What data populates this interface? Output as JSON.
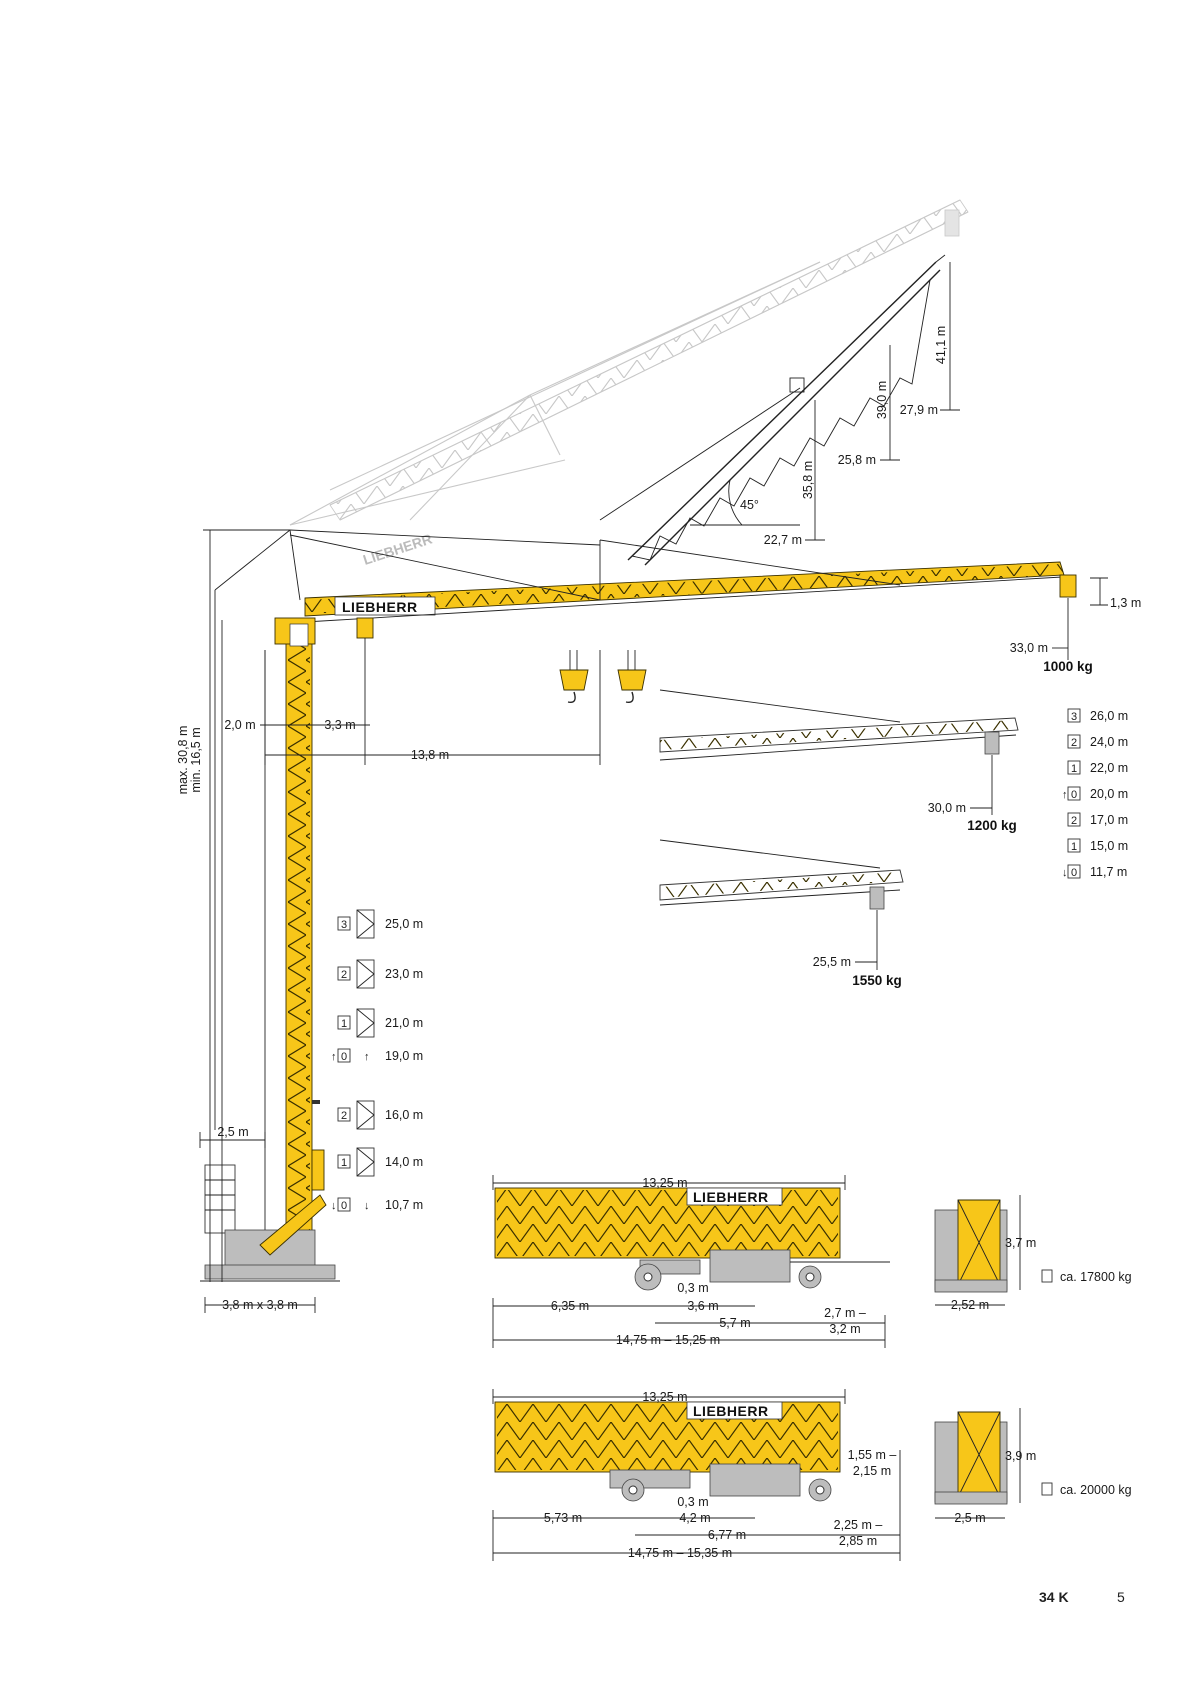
{
  "brand": "LIEBHERR",
  "heights": {
    "max": "max. 30,8 m",
    "min": "min. 16,5 m"
  },
  "dims_top": {
    "d2_0": "2,0 m",
    "d3_3": "3,3 m",
    "d13_8": "13,8 m",
    "h41_1": "41,1 m",
    "h39_0": "39,0 m",
    "h27_9": "27,9 m",
    "h35_8": "35,8 m",
    "h25_8": "25,8 m",
    "h22_7": "22,7 m",
    "angle": "45°",
    "h1_3": "1,3 m"
  },
  "jib_loads": [
    {
      "radius": "33,0 m",
      "load": "1000 kg"
    },
    {
      "radius": "30,0 m",
      "load": "1200 kg"
    },
    {
      "radius": "25,5 m",
      "load": "1550 kg"
    }
  ],
  "hook_heights": [
    {
      "section": "3",
      "height": "26,0 m"
    },
    {
      "section": "2",
      "height": "24,0 m"
    },
    {
      "section": "1",
      "height": "22,0 m"
    },
    {
      "section": "0",
      "height": "20,0 m",
      "arrow": "up"
    },
    {
      "section": "2",
      "height": "17,0 m"
    },
    {
      "section": "1",
      "height": "15,0 m"
    },
    {
      "section": "0",
      "height": "11,7 m",
      "arrow": "down"
    }
  ],
  "tower_heights": [
    {
      "section": "3",
      "height": "25,0 m"
    },
    {
      "section": "2",
      "height": "23,0 m"
    },
    {
      "section": "1",
      "height": "21,0 m"
    },
    {
      "section": "0",
      "height": "19,0 m",
      "arrow": "up"
    },
    {
      "section": "2",
      "height": "16,0 m"
    },
    {
      "section": "1",
      "height": "14,0 m"
    },
    {
      "section": "0",
      "height": "10,7 m",
      "arrow": "down"
    }
  ],
  "base": {
    "width": "2,5 m",
    "footprint": "3,8 m x 3,8 m"
  },
  "transport1": {
    "length": "13,25 m",
    "gap": "0,3 m",
    "d6_35": "6,35 m",
    "d3_6": "3,6 m",
    "d5_7": "5,7 m",
    "d2_7a": "2,7 m –",
    "d2_7b": "3,2 m",
    "total": "14,75 m – 15,25 m",
    "height": "3,7 m",
    "width": "2,52 m",
    "weight": "ca. 17800 kg"
  },
  "transport2": {
    "length": "13,25 m",
    "d1_55a": "1,55 m –",
    "d1_55b": "2,15 m",
    "gap": "0,3 m",
    "d5_73": "5,73 m",
    "d4_2": "4,2 m",
    "d6_77": "6,77 m",
    "d2_25a": "2,25 m –",
    "d2_25b": "2,85 m",
    "total": "14,75 m – 15,35 m",
    "height": "3,9 m",
    "width": "2,5 m",
    "weight": "ca. 20000 kg"
  },
  "footer": {
    "model": "34 K",
    "page": "5"
  },
  "colors": {
    "crane": "#f7c619",
    "ghost": "#c8c8c8",
    "outline": "#3a3000"
  }
}
